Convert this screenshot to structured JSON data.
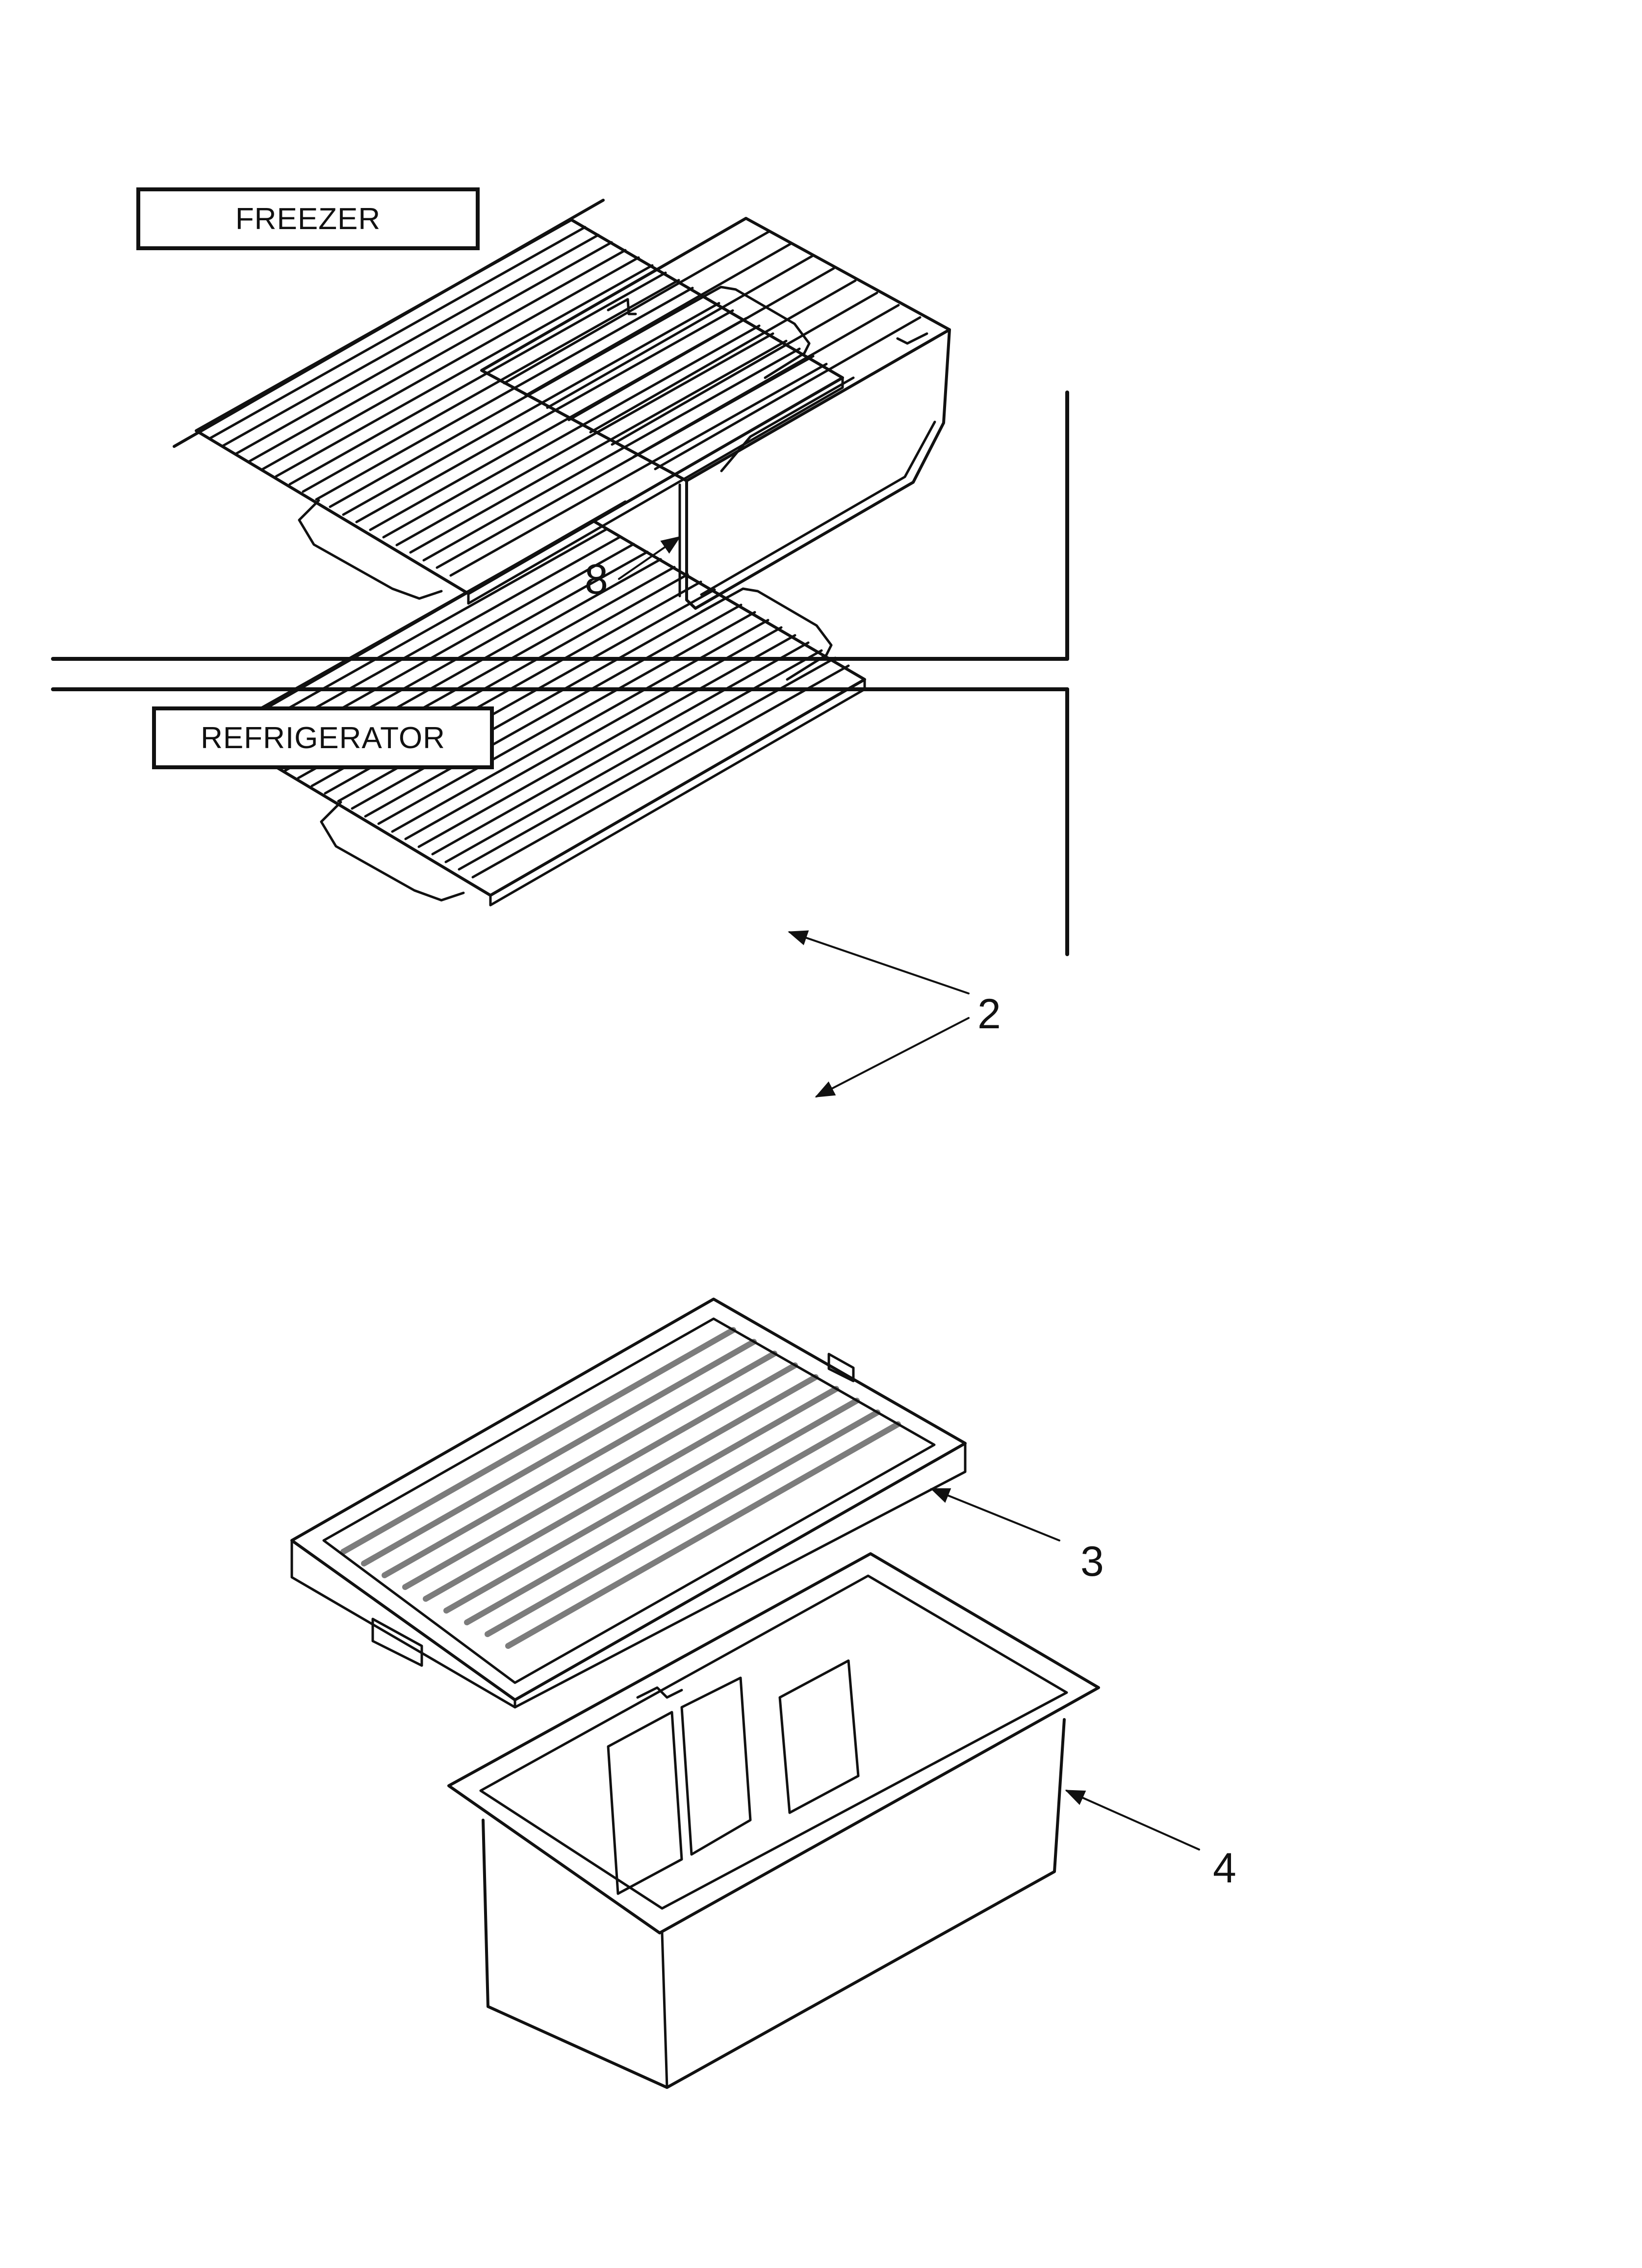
{
  "sections": {
    "freezer_label": "FREEZER",
    "refrigerator_label": "REFRIGERATOR"
  },
  "callouts": {
    "freezer_rack": "8",
    "wire_shelves": "2",
    "glass_shelf": "3",
    "crisper_bin": "4"
  }
}
